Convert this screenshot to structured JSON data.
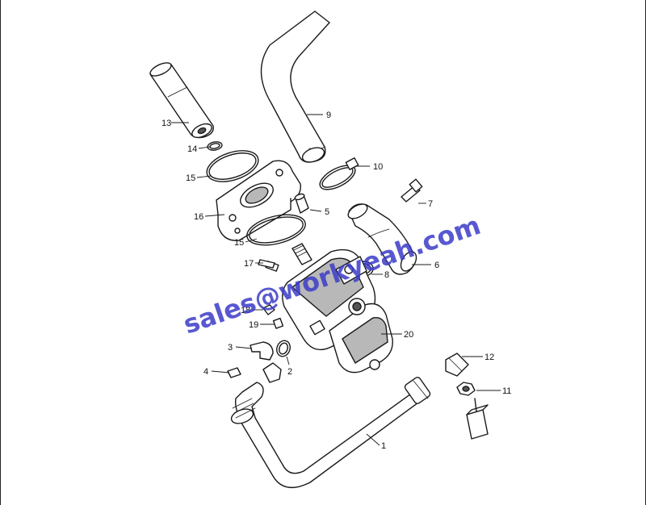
{
  "watermark": "sales@workyeah.com",
  "callouts": [
    {
      "id": "1",
      "label": "1"
    },
    {
      "id": "2",
      "label": "2"
    },
    {
      "id": "3",
      "label": "3"
    },
    {
      "id": "4",
      "label": "4"
    },
    {
      "id": "5",
      "label": "5"
    },
    {
      "id": "6",
      "label": "6"
    },
    {
      "id": "7",
      "label": "7"
    },
    {
      "id": "8",
      "label": "8"
    },
    {
      "id": "9",
      "label": "9"
    },
    {
      "id": "10",
      "label": "10"
    },
    {
      "id": "11",
      "label": "11"
    },
    {
      "id": "12",
      "label": "12"
    },
    {
      "id": "13",
      "label": "13"
    },
    {
      "id": "14",
      "label": "14"
    },
    {
      "id": "15a",
      "label": "15"
    },
    {
      "id": "15b",
      "label": "15"
    },
    {
      "id": "16",
      "label": "16"
    },
    {
      "id": "17",
      "label": "17"
    },
    {
      "id": "18",
      "label": "18"
    },
    {
      "id": "19",
      "label": "19"
    },
    {
      "id": "20",
      "label": "20"
    }
  ]
}
